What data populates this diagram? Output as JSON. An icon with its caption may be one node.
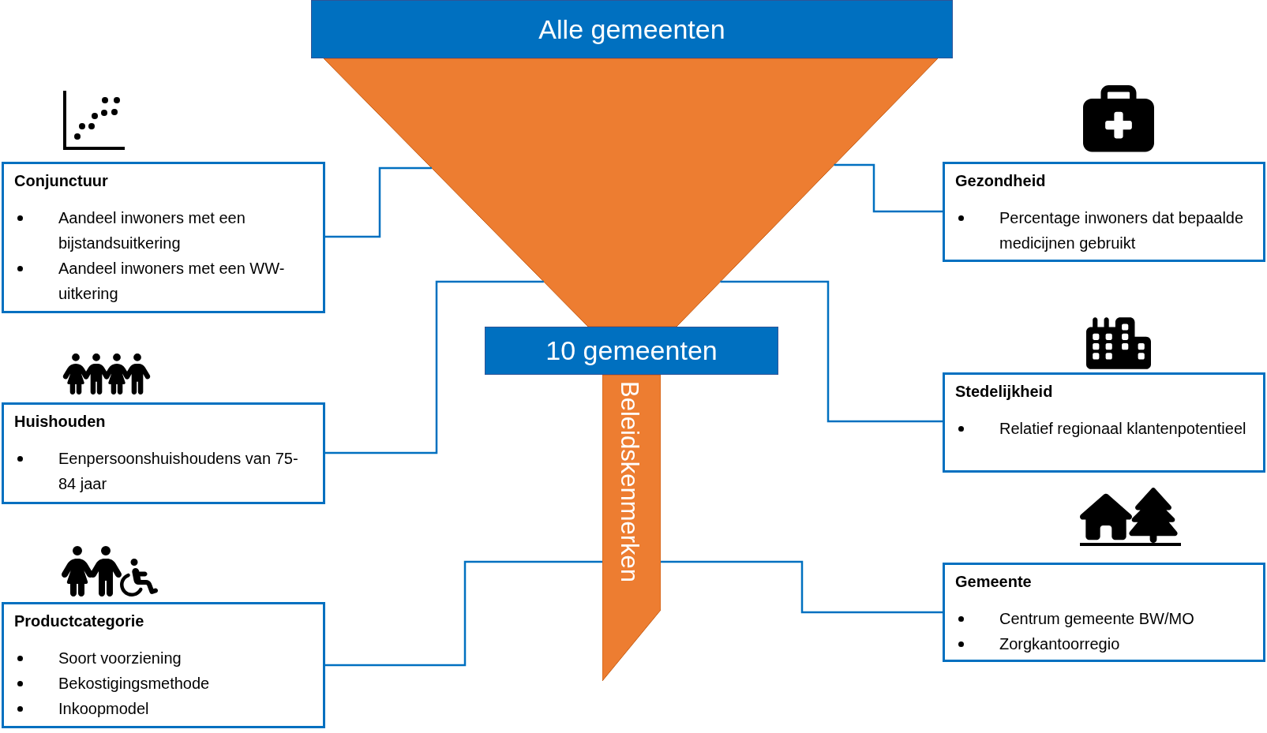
{
  "diagram": {
    "nodes": [
      {
        "text": [
          "Alle gemeenten"
        ]
      },
      {
        "text": [],
        "shape": "triangle"
      },
      {
        "text": [
          "10 gemeenten"
        ]
      },
      {
        "text": [
          "Beleidskenmerken"
        ]
      },
      {
        "text": [
          "Conjunctuur",
          "Aandeel inwoners met een bijstandsuitkering",
          "Aandeel inwoners met een WW-uitkering"
        ]
      },
      {
        "text": [
          "Gezondheid",
          "Percentage inwoners dat bepaalde medicijnen gebruikt"
        ]
      },
      {
        "text": [
          "Huishouden",
          "Eenpersoonshuishoudens van 75-84 jaar"
        ]
      },
      {
        "text": [
          "Stedelijkheid",
          "Relatief regionaal klantenpotentieel"
        ]
      },
      {
        "text": [
          "Productcategorie",
          "Soort voorziening",
          "Bekostigingsmethode",
          "Inkoopmodel"
        ]
      },
      {
        "text": [
          "Gemeente",
          "Centrum gemeente BW/MO",
          "Zorgkantoorregio"
        ]
      }
    ],
    "edges": [
      {
        "from": 4,
        "to": 1,
        "arrow": "none"
      },
      {
        "from": 5,
        "to": 1,
        "arrow": "none"
      },
      {
        "from": 6,
        "to": 1,
        "arrow": "none"
      },
      {
        "from": 7,
        "to": 1,
        "arrow": "none"
      },
      {
        "from": 8,
        "to": 3,
        "arrow": "none"
      },
      {
        "from": 9,
        "to": 3,
        "arrow": "none"
      }
    ]
  }
}
